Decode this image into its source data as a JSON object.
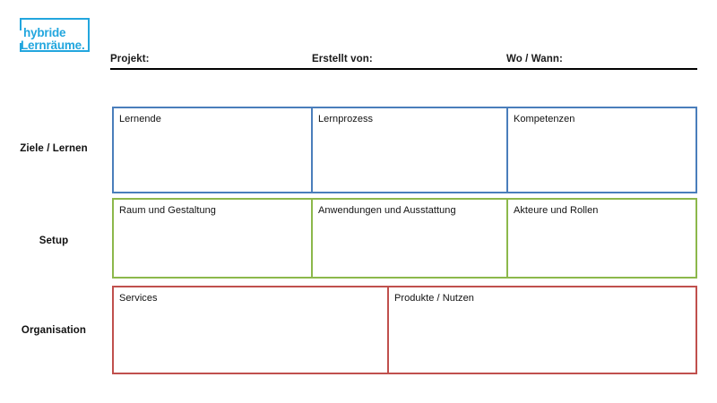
{
  "logo": {
    "line1": "hybride",
    "line2": "Lernräume.",
    "color": "#22a6de"
  },
  "header": {
    "fields": [
      {
        "label": "Projekt:"
      },
      {
        "label": "Erstellt von:"
      },
      {
        "label": "Wo / Wann:"
      }
    ],
    "rule_color": "#000000"
  },
  "canvas": {
    "rows": [
      {
        "row_label": "Ziele / Lernen",
        "color": "#4a7ebb",
        "cells": [
          {
            "label": "Lernende",
            "value": ""
          },
          {
            "label": "Lernprozess",
            "value": ""
          },
          {
            "label": "Kompetenzen",
            "value": ""
          }
        ]
      },
      {
        "row_label": "Setup",
        "color": "#8cb84b",
        "cells": [
          {
            "label": "Raum und Gestaltung",
            "value": ""
          },
          {
            "label": "Anwendungen und Ausstattung",
            "value": ""
          },
          {
            "label": "Akteure und Rollen",
            "value": ""
          }
        ]
      },
      {
        "row_label": "Organisation",
        "color": "#c0504d",
        "cells": [
          {
            "label": "Services",
            "value": ""
          },
          {
            "label": "Produkte / Nutzen",
            "value": ""
          }
        ]
      }
    ]
  }
}
